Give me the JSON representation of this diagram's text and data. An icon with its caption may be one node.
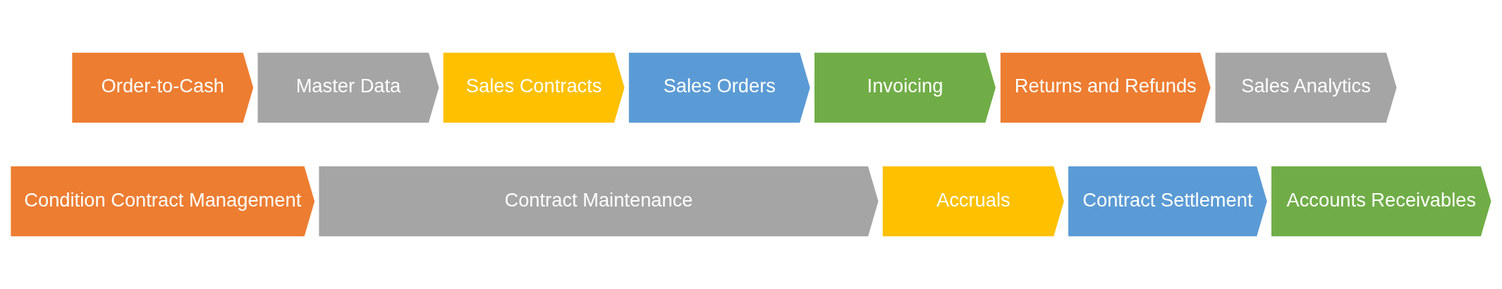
{
  "diagram": {
    "nodes": [
      {
        "text": [
          "Order-to-Cash"
        ]
      },
      {
        "text": [
          "Master Data"
        ]
      },
      {
        "text": [
          "Sales Contracts"
        ]
      },
      {
        "text": [
          "Sales Orders"
        ]
      },
      {
        "text": [
          "Invoicing"
        ]
      },
      {
        "text": [
          "Returns and Refunds"
        ]
      },
      {
        "text": [
          "Sales Analytics"
        ]
      },
      {
        "text": [
          "Condition Contract Management"
        ]
      },
      {
        "text": [
          "Contract Maintenance"
        ]
      },
      {
        "text": [
          "Accruals"
        ]
      },
      {
        "text": [
          "Contract Settlement"
        ]
      },
      {
        "text": [
          "Accounts Receivables"
        ]
      }
    ]
  }
}
